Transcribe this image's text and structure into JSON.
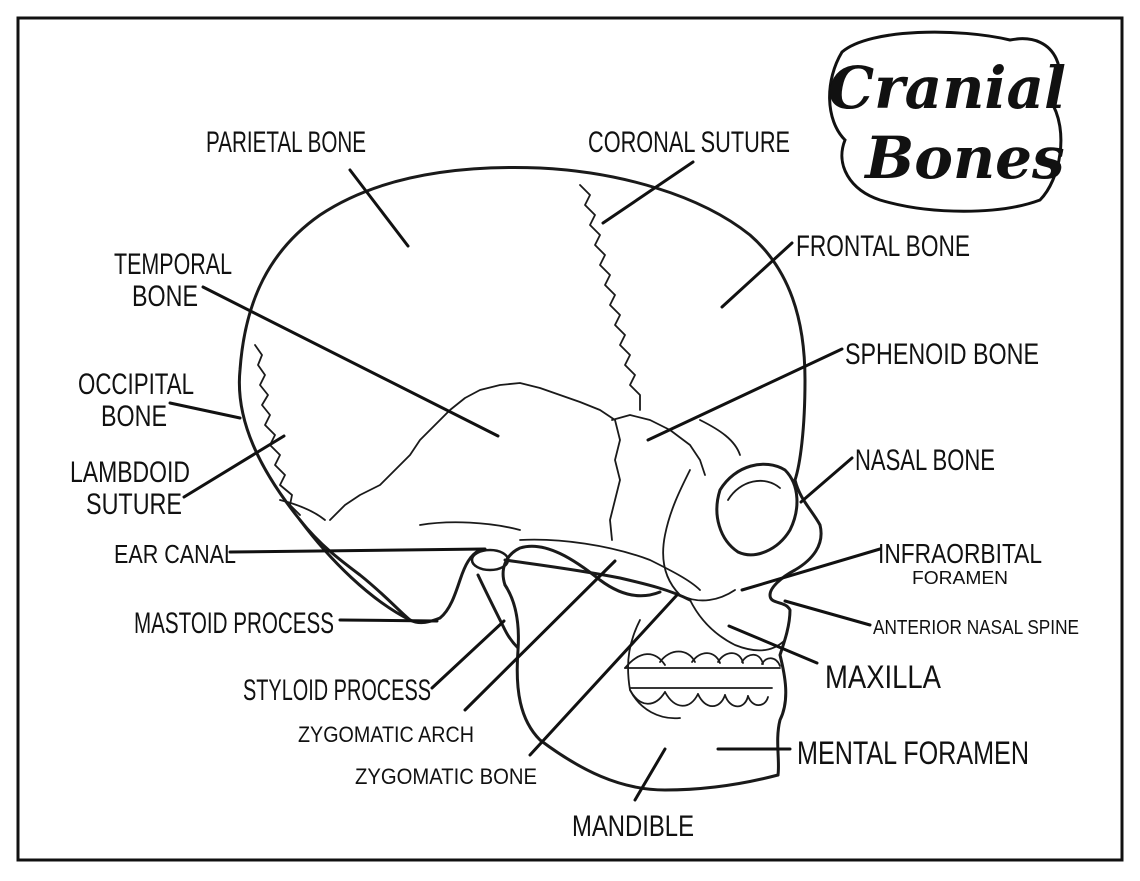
{
  "title": {
    "line1": "Cranial",
    "line2": "Bones"
  },
  "labels": {
    "parietal_bone": "PARIETAL BONE",
    "coronal_suture": "CORONAL SUTURE",
    "temporal_bone_1": "TEMPORAL",
    "temporal_bone_2": "BONE",
    "frontal_bone": "FRONTAL BONE",
    "sphenoid_bone": "SPHENOID BONE",
    "occipital_bone_1": "OCCIPITAL",
    "occipital_bone_2": "BONE",
    "lambdoid_suture_1": "LAMBDOID",
    "lambdoid_suture_2": "SUTURE",
    "nasal_bone": "NASAL BONE",
    "infraorbital_foramen_1": "INFRAORBITAL",
    "infraorbital_foramen_2": "FORAMEN",
    "ear_canal": "EAR CANAL",
    "anterior_nasal_spine": "ANTERIOR NASAL SPINE",
    "mastoid_process": "MASTOID PROCESS",
    "maxilla": "MAXILLA",
    "styloid_process": "STYLOID PROCESS",
    "zygomatic_arch": "ZYGOMATIC ARCH",
    "mental_foramen": "MENTAL FORAMEN",
    "zygomatic_bone": "ZYGOMATIC BONE",
    "mandible": "MANDIBLE"
  }
}
